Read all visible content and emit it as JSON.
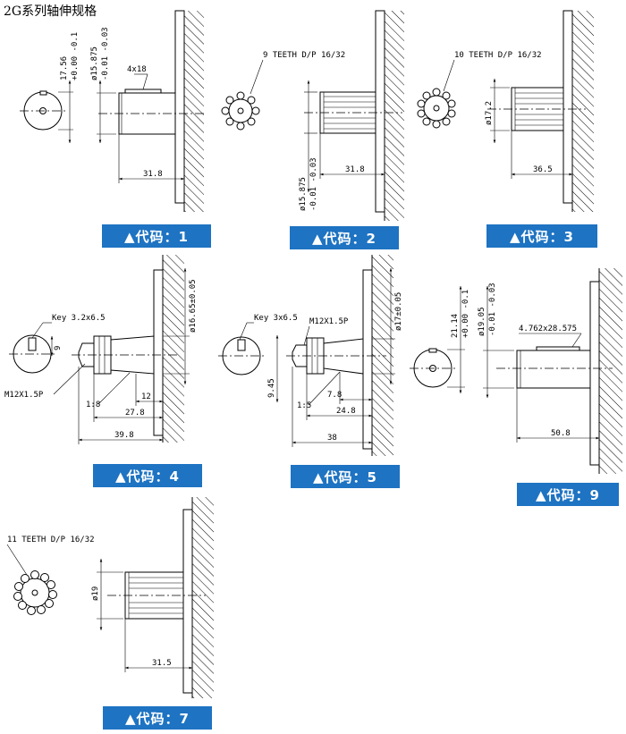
{
  "title": "2G系列轴伸规格",
  "panels": [
    {
      "code": "▲代码：1",
      "key": "4x18",
      "d_main": "17.56",
      "d_tol": "+0.00 -0.1",
      "d_shaft": "ø15.875",
      "d_shaft_tol": "-0.01 -0.03",
      "len": "31.8"
    },
    {
      "code": "▲代码：2",
      "teeth": "9 TEETH D/P 16/32",
      "d_shaft": "ø15.875",
      "d_shaft_tol": "-0.01 -0.03",
      "len": "31.8"
    },
    {
      "code": "▲代码：3",
      "teeth": "10 TEETH D/P 16/32",
      "d_shaft": "ø17.2",
      "len": "36.5"
    },
    {
      "code": "▲代码：4",
      "key": "Key 3.2x6.5",
      "thread": "M12X1.5P",
      "taper": "1:8",
      "d_shaft": "ø16.65±0.05",
      "key_h": "9",
      "l1": "12",
      "l2": "27.8",
      "l3": "39.8"
    },
    {
      "code": "▲代码：5",
      "key": "Key 3x6.5",
      "thread": "M12X1.5P",
      "taper": "1:5",
      "d_shaft": "ø17±0.05",
      "key_h": "9.45",
      "l1": "7.8",
      "l2": "24.8",
      "l3": "38"
    },
    {
      "code": "▲代码：9",
      "key": "4.762x28.575",
      "d_main": "21.14",
      "d_tol": "+0.00 -0.1",
      "d_shaft": "ø19.05",
      "d_shaft_tol": "-0.01 -0.03",
      "len": "50.8"
    },
    {
      "code": "▲代码：7",
      "teeth": "11 TEETH D/P 16/32",
      "d_shaft": "ø19",
      "len": "31.5"
    }
  ]
}
